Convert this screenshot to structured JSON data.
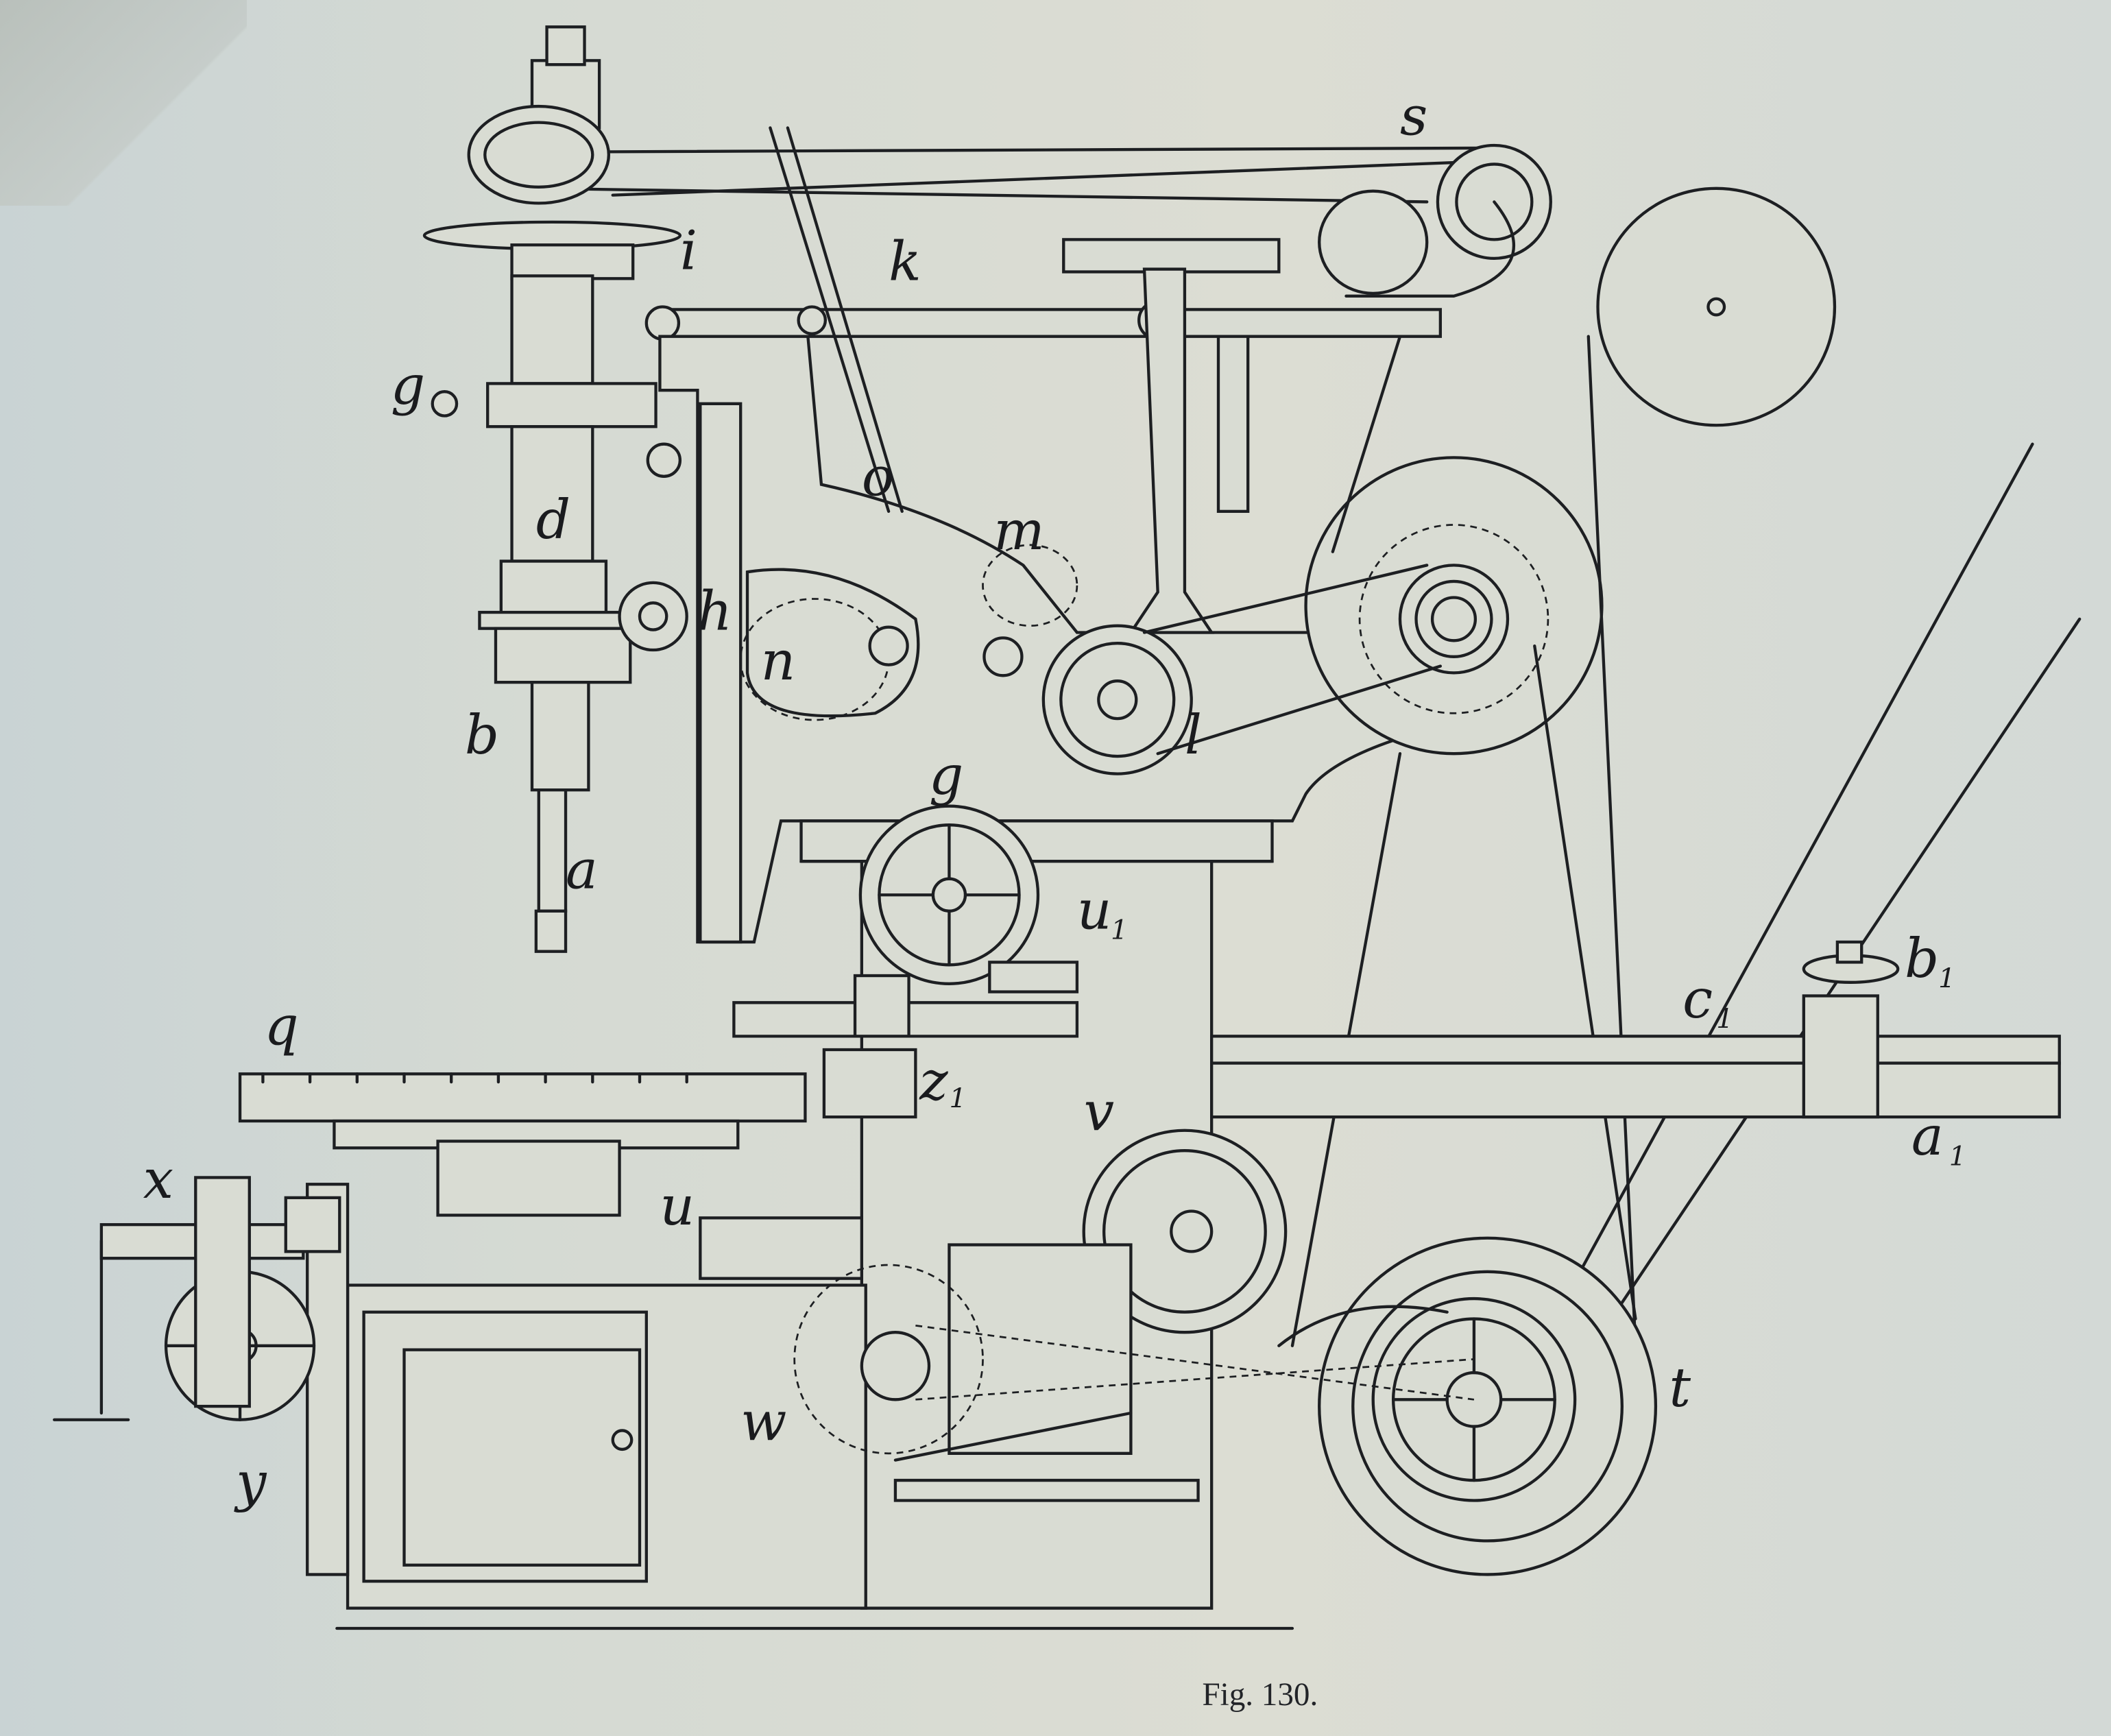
{
  "figure": {
    "caption": "Fig. 130.",
    "labels": {
      "s": "s",
      "i": "i",
      "k": "k",
      "g_top": "g",
      "o": "o",
      "d": "d",
      "m": "m",
      "h": "h",
      "n": "n",
      "l": "l",
      "b": "b",
      "g_wheel": "g",
      "a": "a",
      "u1": "u",
      "q": "q",
      "z1": "z",
      "v": "v",
      "u": "u",
      "x": "x",
      "c1": "c",
      "b1": "b",
      "a1": "a",
      "w": "w",
      "y": "y",
      "t": "t",
      "subscript": "1"
    }
  }
}
